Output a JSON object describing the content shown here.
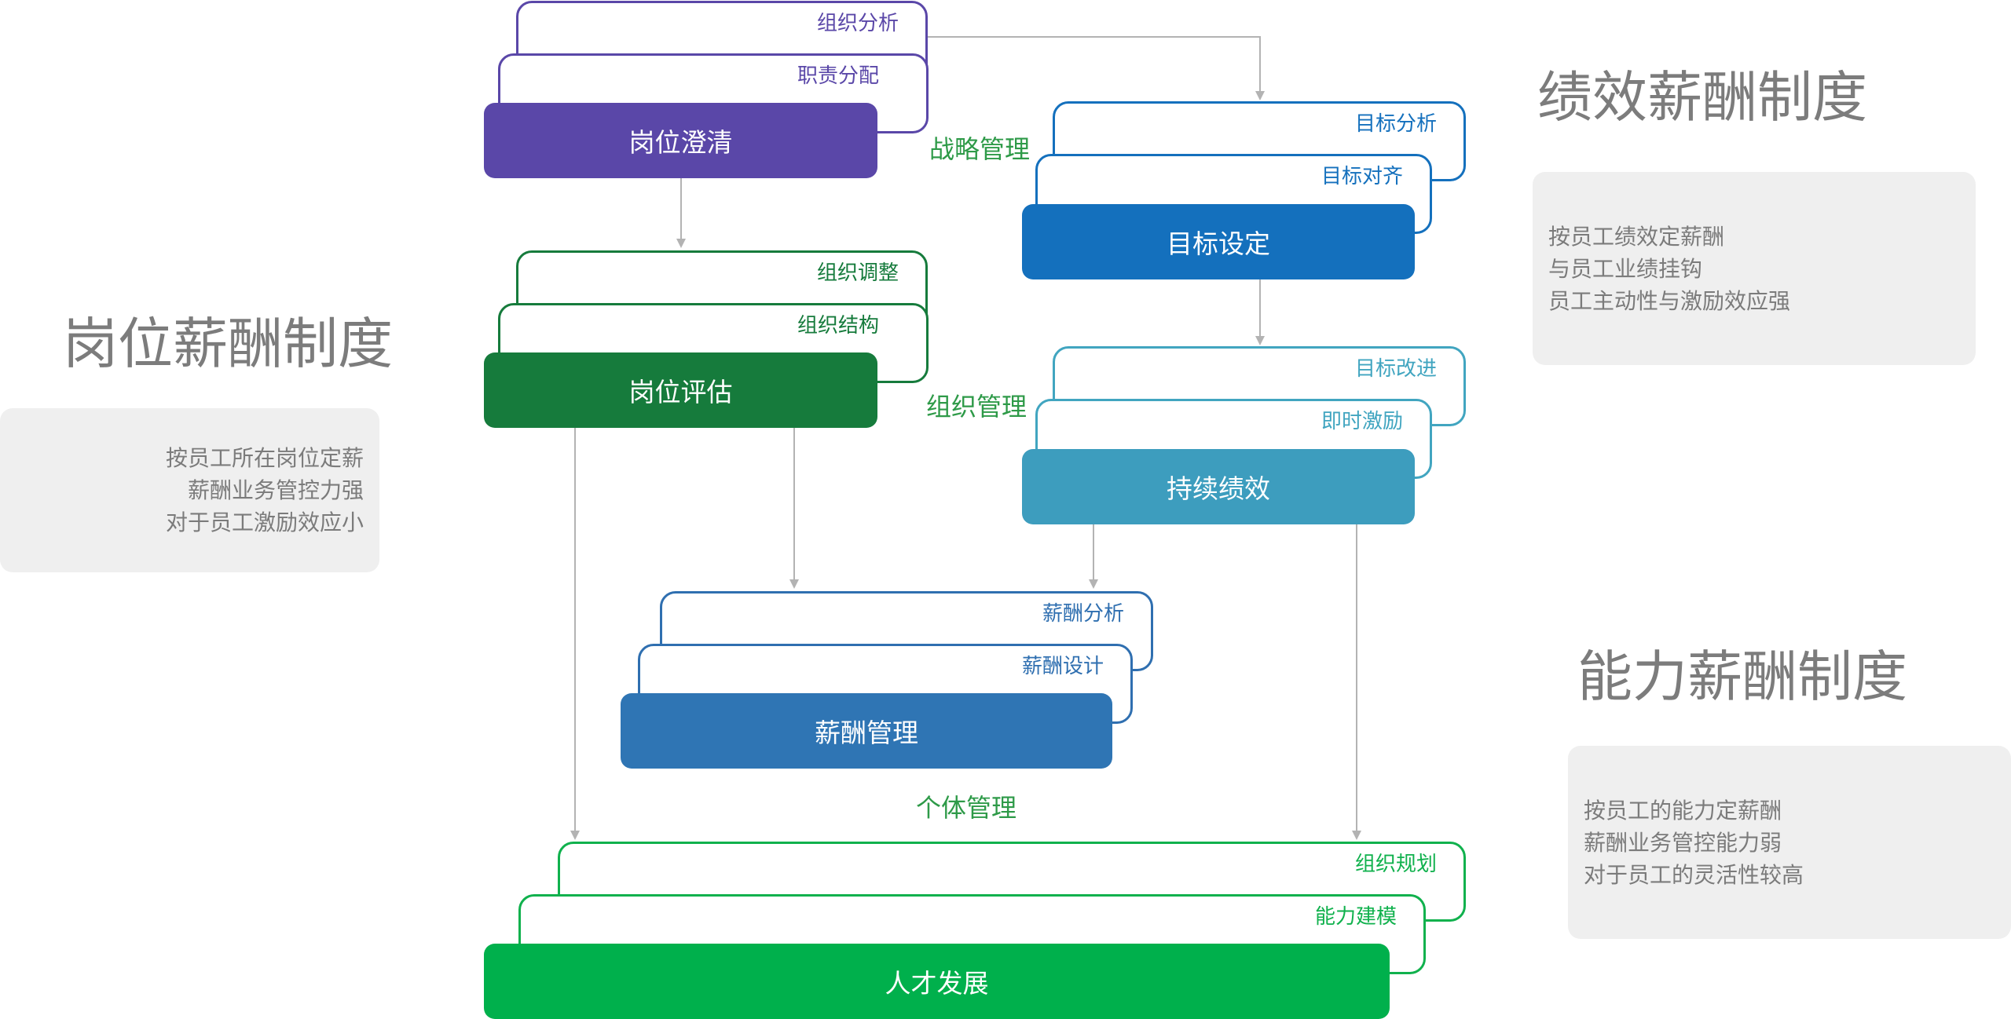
{
  "titles": {
    "position": "岗位薪酬制度",
    "performance": "绩效薪酬制度",
    "ability": "能力薪酬制度"
  },
  "descriptions": {
    "position": [
      "按员工所在岗位定薪",
      "薪酬业务管控力强",
      "对于员工激励效应小"
    ],
    "performance": [
      "按员工绩效定薪酬",
      "与员工业绩挂钩",
      "员工主动性与激励效应强"
    ],
    "ability": [
      "按员工的能力定薪酬",
      "薪酬业务管控能力弱",
      "对于员工的灵活性较高"
    ]
  },
  "side_labels": {
    "strategy": "战略管理",
    "organization": "组织管理",
    "individual": "个体管理"
  },
  "stacks": {
    "position_clarify": {
      "tab1": "组织分析",
      "tab2": "职责分配",
      "main": "岗位澄清"
    },
    "position_eval": {
      "tab1": "组织调整",
      "tab2": "组织结构",
      "main": "岗位评估"
    },
    "goal_setting": {
      "tab1": "目标分析",
      "tab2": "目标对齐",
      "main": "目标设定"
    },
    "continuous_perf": {
      "tab1": "目标改进",
      "tab2": "即时激励",
      "main": "持续绩效"
    },
    "comp_mgmt": {
      "tab1": "薪酬分析",
      "tab2": "薪酬设计",
      "main": "薪酬管理"
    },
    "talent_dev": {
      "tab1": "组织规划",
      "tab2": "能力建模",
      "main": "人才发展"
    }
  },
  "colors": {
    "purple": "#5a47a8",
    "dark_green": "#167b3c",
    "blue": "#1470bd",
    "teal": "#41a5c0",
    "steel_blue": "#2f6fb0",
    "bright_green": "#10b14d",
    "connector": "#b3b3b3",
    "label_green": "#2e9a48"
  }
}
